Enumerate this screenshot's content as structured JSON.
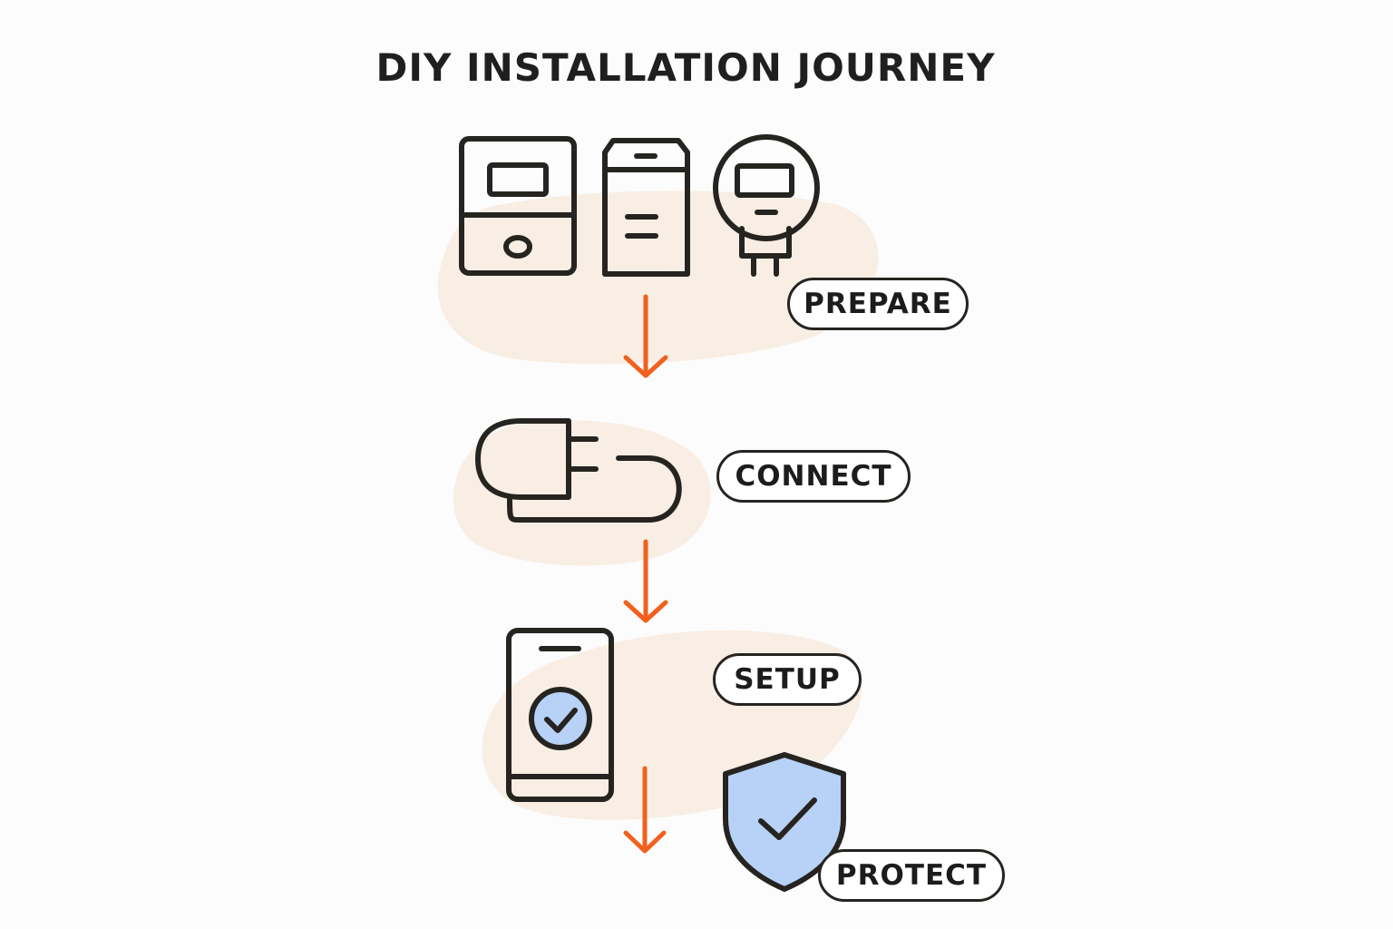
{
  "title": "DIY INSTALLATION JOURNEY",
  "colors": {
    "ink": "#262420",
    "arrow": "#f2601e",
    "blob": "#f8eee4",
    "accent_fill": "#b8d2f7"
  },
  "steps": [
    {
      "label": "PREPARE",
      "icons": [
        "inverter-icon",
        "battery-icon",
        "smart-meter-icon"
      ]
    },
    {
      "label": "CONNECT",
      "icons": [
        "plug-cable-icon"
      ]
    },
    {
      "label": "SETUP",
      "icons": [
        "phone-checkmark-icon"
      ]
    },
    {
      "label": "PROTECT",
      "icons": [
        "shield-checkmark-icon"
      ]
    }
  ]
}
